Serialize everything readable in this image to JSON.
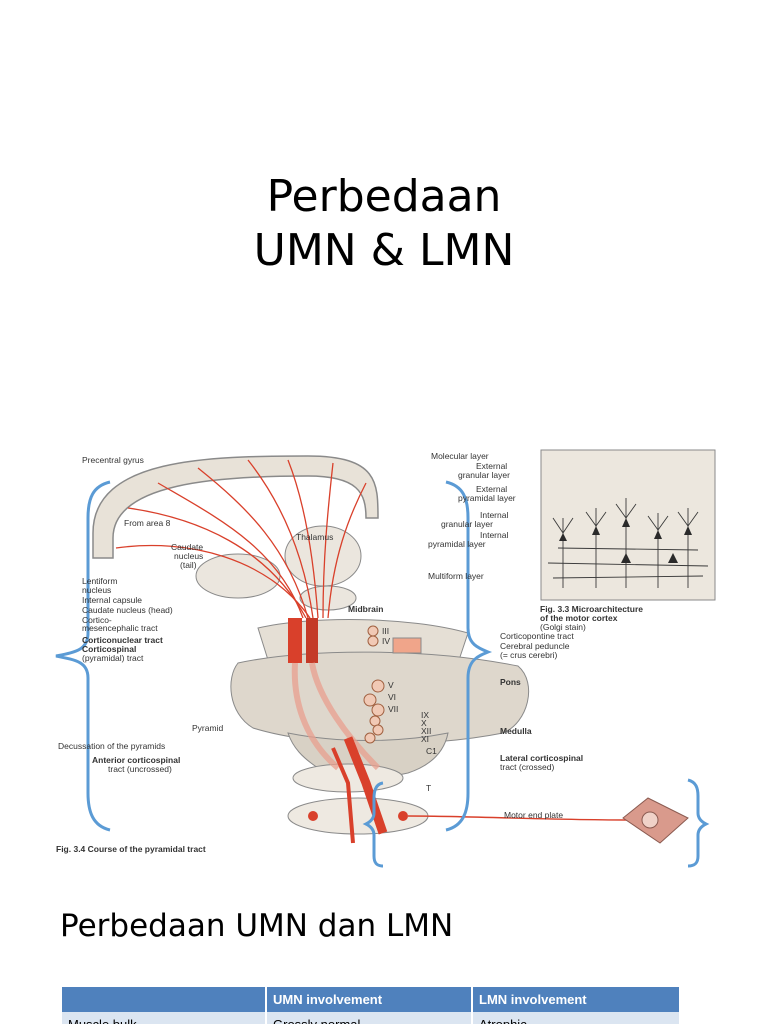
{
  "slide": {
    "title_line1": "Perbedaan",
    "title_line2": "UMN & LMN",
    "subtitle": "Perbedaan UMN dan LMN"
  },
  "figure": {
    "labels": {
      "precentral_gyrus": "Precentral gyrus",
      "from_area_8": "From area 8",
      "caudate_nucleus_tail_1": "Caudate",
      "caudate_nucleus_tail_2": "nucleus",
      "caudate_nucleus_tail_3": "(tail)",
      "thalamus": "Thalamus",
      "lentiform_nucleus_1": "Lentiform",
      "lentiform_nucleus_2": "nucleus",
      "internal_capsule": "Internal capsule",
      "caudate_nucleus_head": "Caudate nucleus (head)",
      "cortico_mes_1": "Cortico-",
      "cortico_mes_2": "mesencephalic tract",
      "corticonuclear_tract": "Corticonuclear tract",
      "corticospinal_1": "Corticospinal",
      "corticospinal_2": "(pyramidal) tract",
      "midbrain": "Midbrain",
      "iii": "III",
      "iv": "IV",
      "v": "V",
      "vi": "VI",
      "vii": "VII",
      "ix": "IX",
      "x": "X",
      "xii": "XII",
      "xi": "XI",
      "c1": "C1",
      "t": "T",
      "pons": "Pons",
      "medulla": "Medulla",
      "pyramid": "Pyramid",
      "decussation": "Decussation of the pyramids",
      "anterior_cst_1": "Anterior corticospinal",
      "anterior_cst_2": "tract (uncrossed)",
      "lateral_cst_1": "Lateral corticospinal",
      "lateral_cst_2": "tract (crossed)",
      "motor_end_plate": "Motor end plate",
      "fig_caption_34": "Fig. 3.4 Course of the pyramidal tract",
      "molecular_layer": "Molecular layer",
      "external_granular_1": "External",
      "external_granular_2": "granular layer",
      "external_pyramidal_1": "External",
      "external_pyramidal_2": "pyramidal layer",
      "internal_granular_1": "Internal",
      "internal_granular_2": "granular layer",
      "internal_pyramidal_1": "Internal",
      "internal_pyramidal_2": "pyramidal layer",
      "multiform_layer": "Multiform layer",
      "fig_caption_33_1": "Fig. 3.3 Microarchitecture",
      "fig_caption_33_2": "of the motor cortex",
      "fig_caption_33_3": "(Golgi stain)",
      "corticopontine_tract": "Corticopontine tract",
      "cerebral_peduncle_1": "Cerebral peduncle",
      "cerebral_peduncle_2": "(= crus cerebri)"
    },
    "colors": {
      "tract_red": "#d9402b",
      "bracket_blue": "#5b9bd5",
      "tissue": "#e8e2d8",
      "outline": "#8a8a8a"
    }
  },
  "table": {
    "headers": [
      "",
      "UMN involvement",
      "LMN involvement"
    ],
    "rows": [
      [
        "Muscle bulk",
        "Grossly normal",
        "Atrophic"
      ]
    ]
  }
}
